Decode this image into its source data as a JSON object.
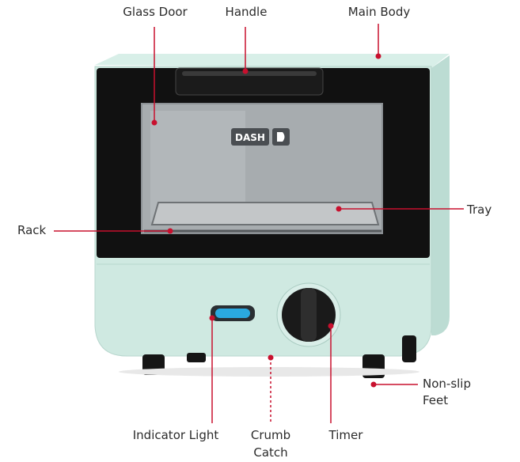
{
  "labels": {
    "glass_door": "Glass Door",
    "handle": "Handle",
    "main_body": "Main Body",
    "tray": "Tray",
    "rack": "Rack",
    "non_slip_feet_line1": "Non-slip",
    "non_slip_feet_line2": "Feet",
    "indicator_light": "Indicator Light",
    "crumb_catch_line1": "Crumb",
    "crumb_catch_line2": "Catch",
    "timer": "Timer"
  },
  "logo_text": "DASH",
  "colors": {
    "leader_line": "#c8102e",
    "body": "#cfe9e1",
    "door_frame": "#111111",
    "indicator": "#2aa9e0"
  }
}
